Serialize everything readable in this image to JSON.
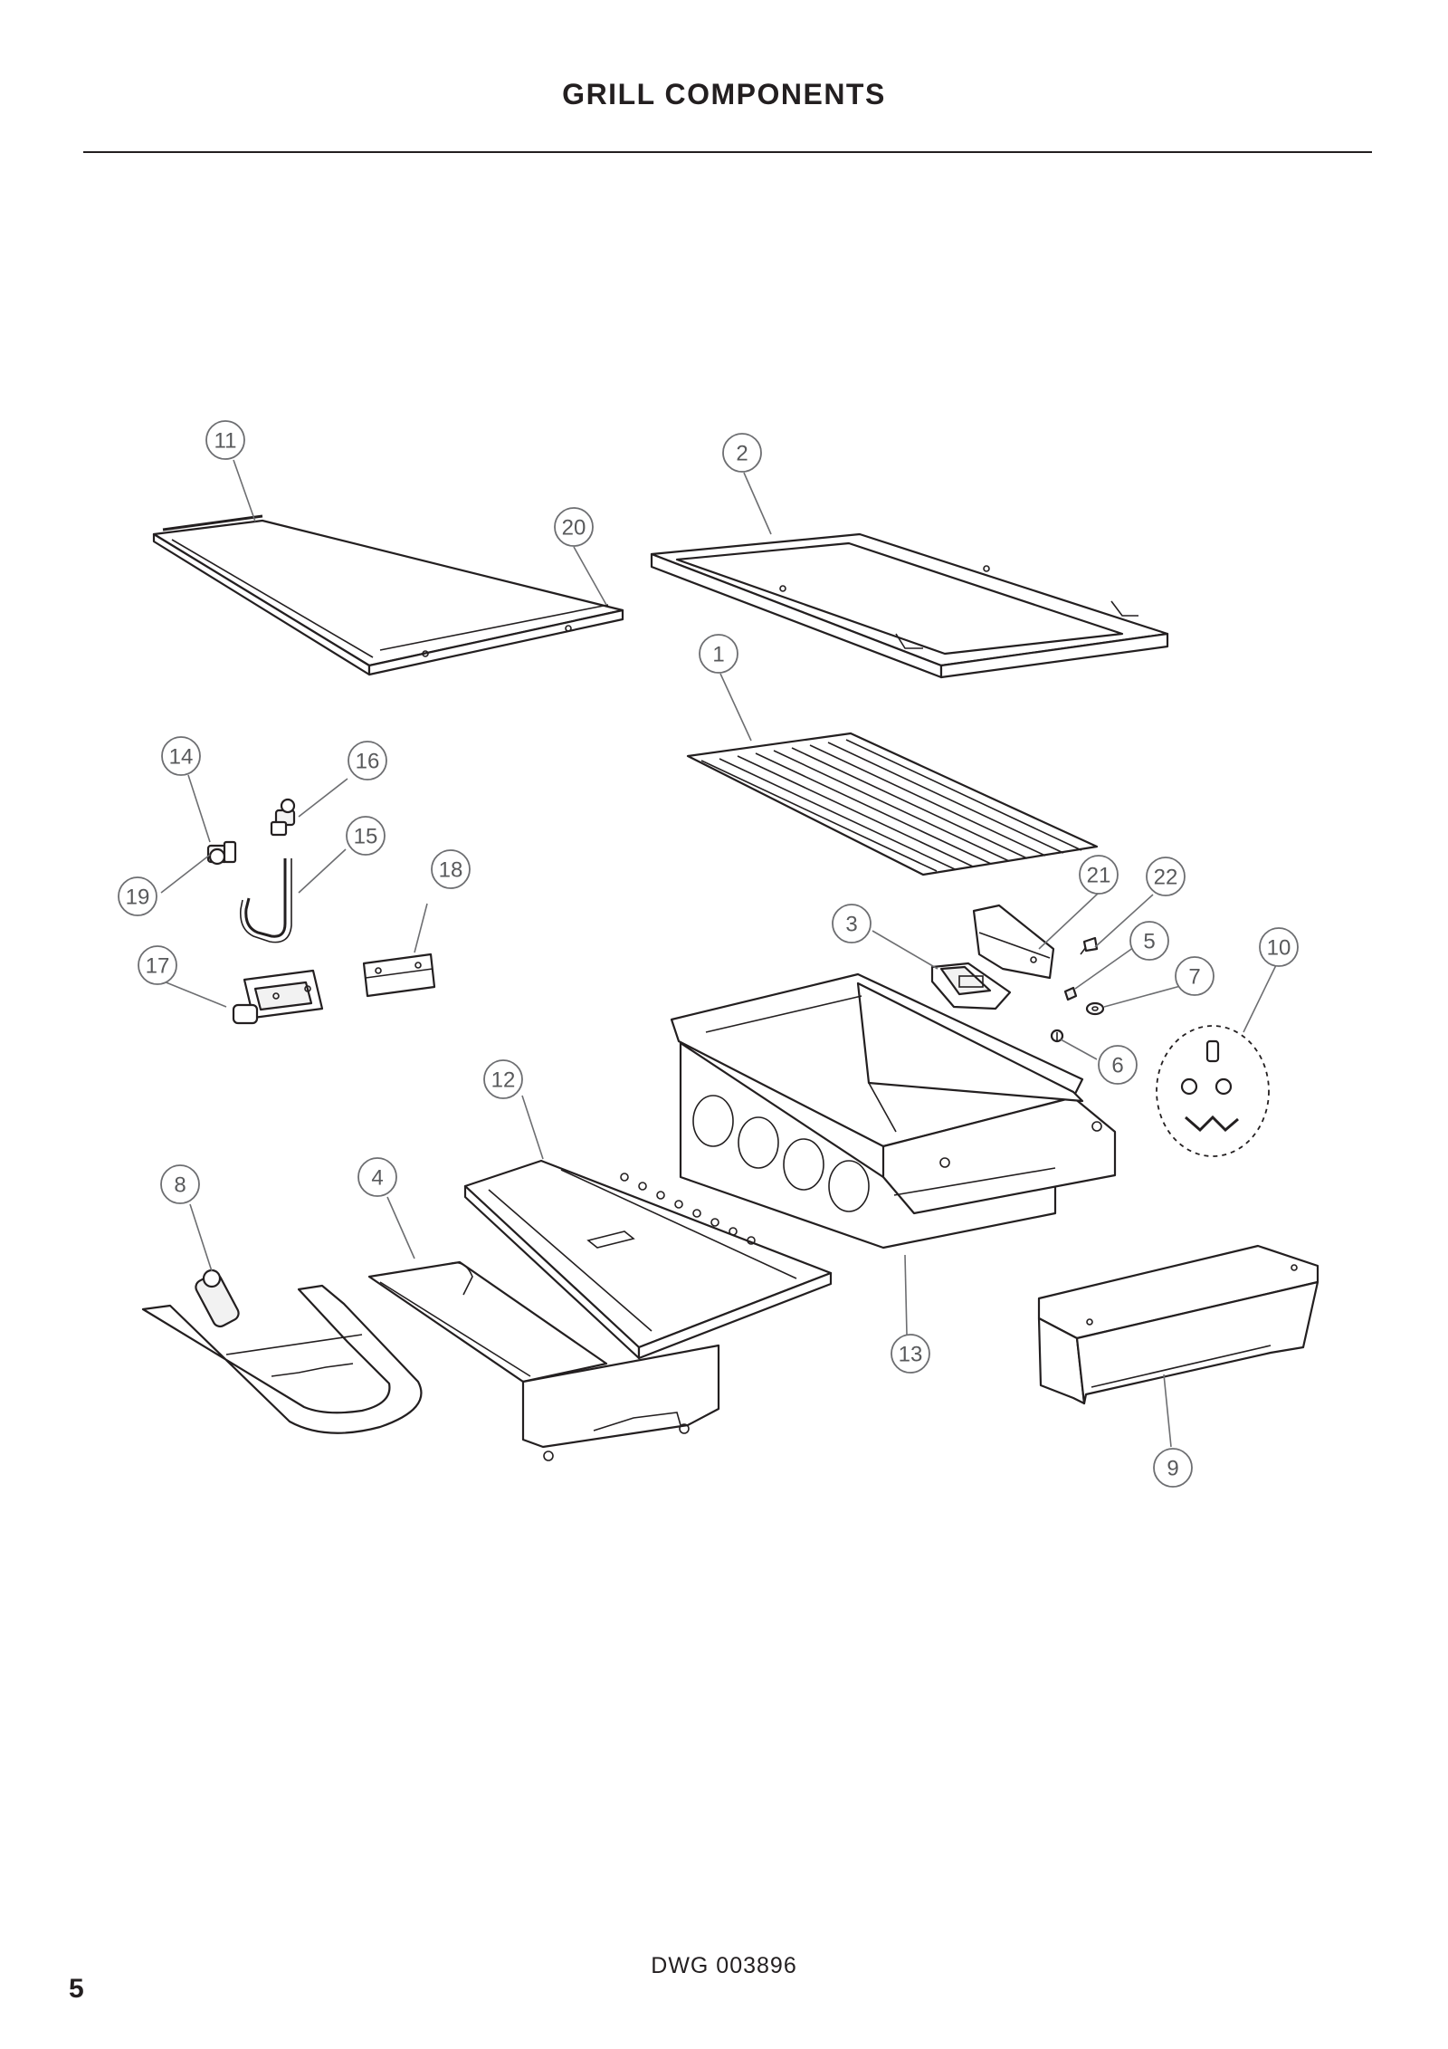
{
  "page": {
    "title": "GRILL COMPONENTS",
    "drawing_number": "DWG 003896",
    "page_number": "5"
  },
  "callouts": [
    "1",
    "2",
    "3",
    "4",
    "5",
    "6",
    "7",
    "8",
    "9",
    "10",
    "11",
    "12",
    "13",
    "14",
    "15",
    "16",
    "17",
    "18",
    "19",
    "20",
    "21",
    "22"
  ]
}
